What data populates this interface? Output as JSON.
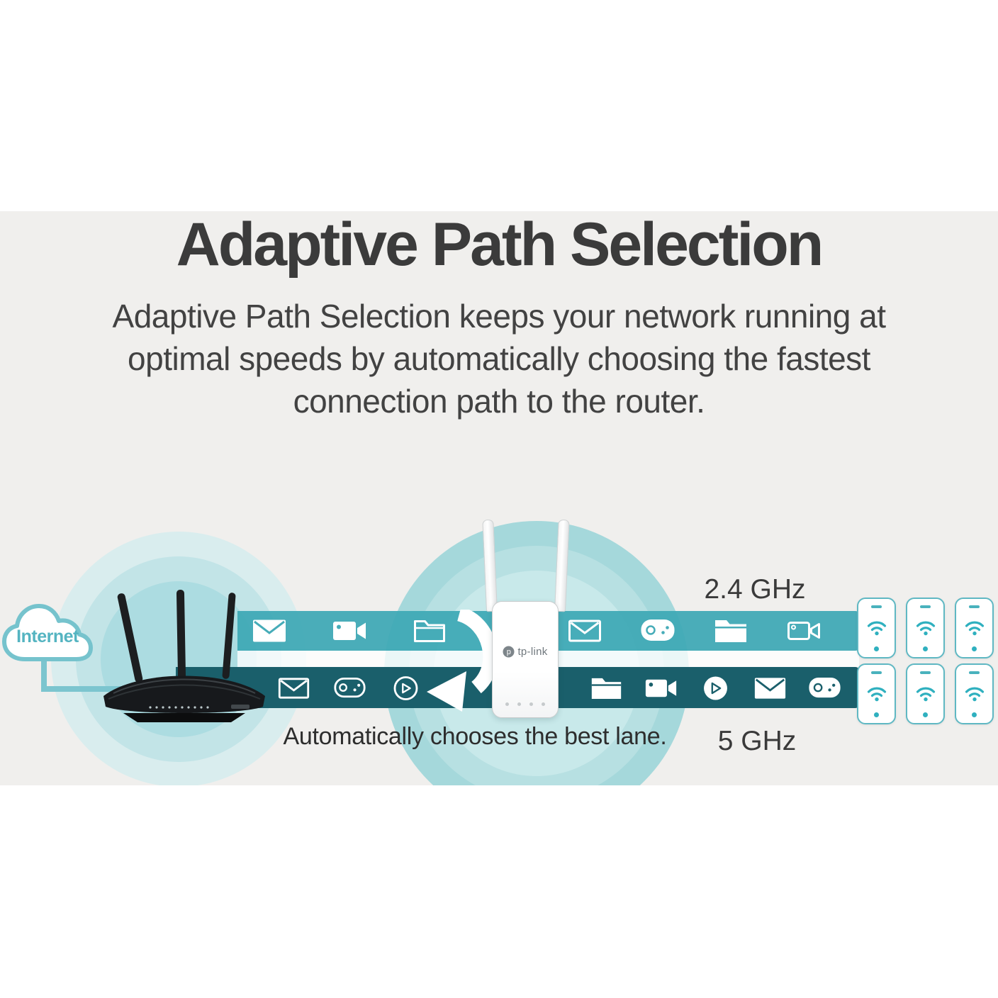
{
  "header": {
    "title": "Adaptive Path Selection",
    "subtitle_lines": [
      "Adaptive Path Selection keeps your network running at",
      "optimal speeds by automatically choosing the fastest",
      "connection path to the router."
    ]
  },
  "diagram": {
    "internet_label": "Internet",
    "extender_brand": "tp-link",
    "caption": "Automatically chooses the best lane.",
    "bands": {
      "band_2_4ghz": {
        "label": "2.4 GHz",
        "icons_left": [
          {
            "icon": "mail-icon",
            "style": "filled"
          },
          {
            "icon": "video-camera-icon",
            "style": "filled"
          },
          {
            "icon": "folder-icon",
            "style": "outline"
          }
        ],
        "icons_right": [
          {
            "icon": "mail-icon",
            "style": "outline"
          },
          {
            "icon": "game-controller-icon",
            "style": "filled"
          },
          {
            "icon": "folder-icon",
            "style": "filled"
          },
          {
            "icon": "video-camera-icon",
            "style": "outline"
          }
        ]
      },
      "band_5ghz": {
        "label": "5 GHz",
        "icons_left": [
          {
            "icon": "mail-icon",
            "style": "outline"
          },
          {
            "icon": "game-controller-icon",
            "style": "outline"
          },
          {
            "icon": "play-icon",
            "style": "outline"
          }
        ],
        "icons_right": [
          {
            "icon": "folder-icon",
            "style": "filled"
          },
          {
            "icon": "video-camera-icon",
            "style": "filled"
          },
          {
            "icon": "play-icon",
            "style": "filled"
          },
          {
            "icon": "mail-icon",
            "style": "filled"
          },
          {
            "icon": "game-controller-icon",
            "style": "filled"
          }
        ]
      }
    },
    "devices": {
      "phones": {
        "count": 6,
        "rows": 2,
        "cols": 3,
        "icon": "wifi-icon"
      }
    }
  },
  "colors": {
    "band_2_4ghz": "#46acb8",
    "band_5ghz": "#1a5f6b",
    "accent_teal": "#2fb0bf",
    "cloud_teal": "#76c3cd",
    "glow_router": [
      "#d9edee",
      "#c2e4e7",
      "#acdce1"
    ],
    "glow_extender": [
      "#a5d8db",
      "#b7e0e2",
      "#c8e9ea"
    ],
    "text_dark": "#3b3b3b",
    "background_strip": "#f0efed"
  }
}
